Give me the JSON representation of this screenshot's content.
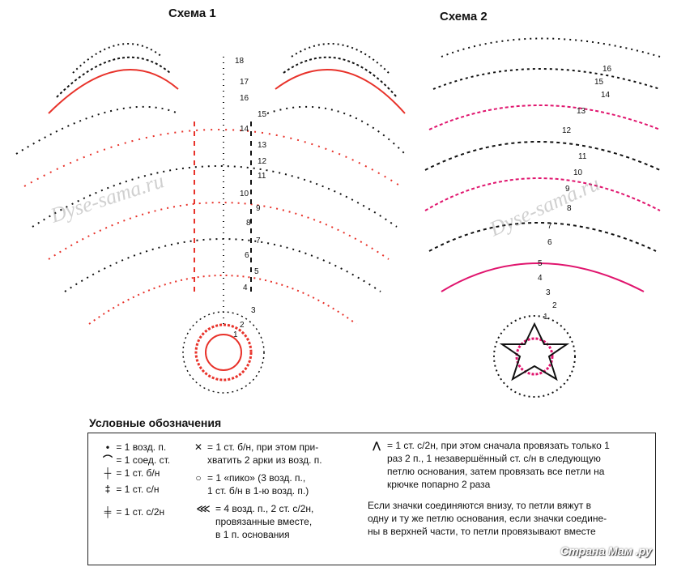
{
  "schemes": [
    {
      "title": "Схема 1",
      "rows": [
        "1",
        "2",
        "3",
        "4",
        "5",
        "6",
        "7",
        "8",
        "9",
        "10",
        "11",
        "12",
        "13",
        "14",
        "15",
        "16",
        "17",
        "18"
      ]
    },
    {
      "title": "Схема 2",
      "rows": [
        "1",
        "2",
        "3",
        "4",
        "5",
        "6",
        "7",
        "8",
        "9",
        "10",
        "11",
        "12",
        "13",
        "14",
        "15",
        "16"
      ]
    }
  ],
  "watermark": "Dyse-sama.ru",
  "site_logo": "Страна Мам .ру",
  "colors": {
    "accent_red": "#e8322a",
    "accent_pink": "#e0156e",
    "ink": "#111111"
  },
  "legend": {
    "title": "Условные обозначения",
    "col1": [
      {
        "icon": "chain-stitch-icon",
        "text": "= 1 возд. п."
      },
      {
        "icon": "slip-stitch-icon",
        "text": "= 1 соед. ст."
      },
      {
        "icon": "single-crochet-icon",
        "text": "= 1 ст. б/н"
      },
      {
        "icon": "double-crochet-icon",
        "text": "= 1 ст. с/н"
      },
      {
        "icon": "treble-crochet-icon",
        "text": "= 1 ст. с/2н"
      }
    ],
    "col2": [
      {
        "icon": "sc-spike-icon",
        "lines": [
          "= 1 ст. б/н, при этом при-",
          "хватить 2 арки из возд. п."
        ]
      },
      {
        "icon": "picot-icon",
        "lines": [
          "= 1 «пико» (3 возд. п.,",
          "1 ст. б/н в 1-ю возд. п.)"
        ]
      },
      {
        "icon": "cluster-icon",
        "lines": [
          "= 4 возд. п., 2 ст. с/2н,",
          "провязанные вместе,",
          "в 1 п. основания"
        ]
      }
    ],
    "col3": {
      "icon": "decrease-treble-icon",
      "lines": [
        "= 1 ст. с/2н, при этом сначала провязать только 1",
        "раз 2 п., 1 незавершённый ст. с/н в следующую",
        "петлю основания, затем провязать все петли на",
        "крючке попарно 2 раза"
      ],
      "note": [
        "Если значки соединяются внизу, то петли вяжут в",
        "одну и ту же петлю основания, если значки соедине-",
        "ны в верхней части, то петли провязывают вместе"
      ]
    }
  }
}
